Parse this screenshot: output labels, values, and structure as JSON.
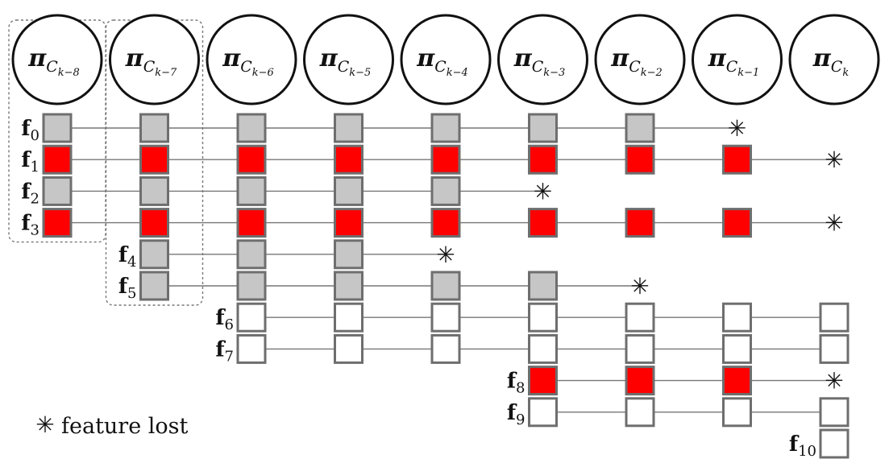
{
  "colors": {
    "tracked_gray": "#c6c6c6",
    "inlier_red": "#ff0000",
    "new_white": "#ffffff",
    "box_border": "#6e6e6e",
    "track_line": "#777777",
    "group_border": "#777777"
  },
  "frames": [
    {
      "base": "π",
      "sub": "C",
      "subsub": "k−8"
    },
    {
      "base": "π",
      "sub": "C",
      "subsub": "k−7"
    },
    {
      "base": "π",
      "sub": "C",
      "subsub": "k−6"
    },
    {
      "base": "π",
      "sub": "C",
      "subsub": "k−5"
    },
    {
      "base": "π",
      "sub": "C",
      "subsub": "k−4"
    },
    {
      "base": "π",
      "sub": "C",
      "subsub": "k−3"
    },
    {
      "base": "π",
      "sub": "C",
      "subsub": "k−2"
    },
    {
      "base": "π",
      "sub": "C",
      "subsub": "k−1"
    },
    {
      "base": "π",
      "sub": "C",
      "subsub": "k"
    }
  ],
  "features": [
    {
      "base": "f",
      "sub": "0",
      "start": 0,
      "cells": [
        "gray",
        "gray",
        "gray",
        "gray",
        "gray",
        "gray",
        "gray"
      ],
      "lost_at": 7
    },
    {
      "base": "f",
      "sub": "1",
      "start": 0,
      "cells": [
        "red",
        "red",
        "red",
        "red",
        "red",
        "red",
        "red",
        "red"
      ],
      "lost_at": 8
    },
    {
      "base": "f",
      "sub": "2",
      "start": 0,
      "cells": [
        "gray",
        "gray",
        "gray",
        "gray",
        "gray"
      ],
      "lost_at": 5
    },
    {
      "base": "f",
      "sub": "3",
      "start": 0,
      "cells": [
        "red",
        "red",
        "red",
        "red",
        "red",
        "red",
        "red",
        "red"
      ],
      "lost_at": 8
    },
    {
      "base": "f",
      "sub": "4",
      "start": 1,
      "cells": [
        "gray",
        "gray",
        "gray"
      ],
      "lost_at": 4
    },
    {
      "base": "f",
      "sub": "5",
      "start": 1,
      "cells": [
        "gray",
        "gray",
        "gray",
        "gray",
        "gray"
      ],
      "lost_at": 6
    },
    {
      "base": "f",
      "sub": "6",
      "start": 2,
      "cells": [
        "white",
        "white",
        "white",
        "white",
        "white",
        "white",
        "white"
      ],
      "lost_at": null
    },
    {
      "base": "f",
      "sub": "7",
      "start": 2,
      "cells": [
        "white",
        "white",
        "white",
        "white",
        "white",
        "white",
        "white"
      ],
      "lost_at": null
    },
    {
      "base": "f",
      "sub": "8",
      "start": 5,
      "cells": [
        "red",
        "red",
        "red"
      ],
      "lost_at": 8
    },
    {
      "base": "f",
      "sub": "9",
      "start": 5,
      "cells": [
        "white",
        "white",
        "white",
        "white"
      ],
      "lost_at": null
    },
    {
      "base": "f",
      "sub": "10",
      "start": 8,
      "cells": [
        "white"
      ],
      "lost_at": null
    }
  ],
  "groups": [
    {
      "frame": 0,
      "rows": [
        0,
        3
      ]
    },
    {
      "frame": 1,
      "rows": [
        0,
        5
      ]
    }
  ],
  "legend": {
    "symbol": "✳",
    "text": "feature lost"
  }
}
